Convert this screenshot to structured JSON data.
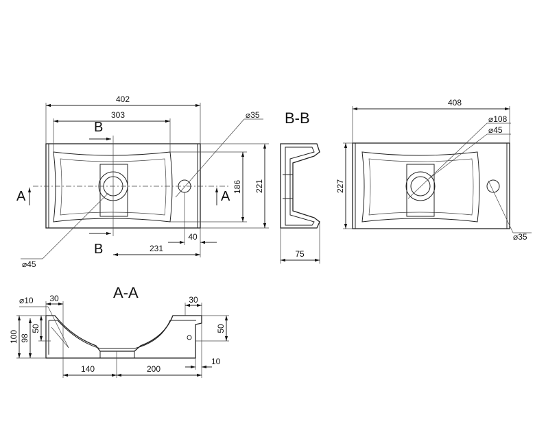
{
  "plan_view": {
    "dims": {
      "overall_width": "402",
      "bowl_width": "303",
      "tap_hole_dia": "⌀35",
      "bowl_depth": "186",
      "overall_depth": "221",
      "tap_offset": "40",
      "drain_offset": "231",
      "drain_dia": "⌀45"
    },
    "section_labels": {
      "b_top": "B",
      "b_bottom": "B",
      "a_left": "A",
      "a_right": "A"
    }
  },
  "section_bb": {
    "title": "B-B",
    "depth": "75"
  },
  "bottom_view": {
    "overall_width": "408",
    "outer_dia": "⌀108",
    "drain_dia": "⌀45",
    "depth": "227",
    "tap_hole_dia": "⌀35"
  },
  "section_aa": {
    "title": "A-A",
    "overflow_dia": "⌀10",
    "left_offset": "30",
    "right_offset": "30",
    "height_outer": "100",
    "height_inner": "98",
    "left_height": "50",
    "right_height": "50",
    "base_thickness": "10",
    "drain_left": "140",
    "drain_right": "200"
  }
}
